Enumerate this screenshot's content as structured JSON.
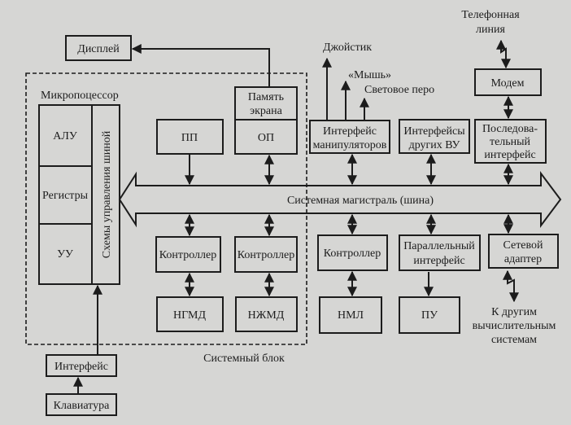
{
  "display": "Дисплей",
  "system_block": "Системный блок",
  "microprocessor": {
    "title": "Микропоцессор",
    "alu": "АЛУ",
    "registers": "Регистры",
    "control_unit": "УУ",
    "bus_control": "Схемы управления шиной"
  },
  "pp": "ПП",
  "screen_memory": [
    "Память",
    "экрана"
  ],
  "op": "ОП",
  "bus": "Системная магистраль (шина)",
  "controllers": [
    "Контроллер",
    "Контроллер",
    "Контроллер"
  ],
  "drives": [
    "НГМД",
    "НЖМД",
    "НМЛ"
  ],
  "keyboard_interface": "Интерфейс",
  "keyboard": "Клавиатура",
  "joystick": "Джойстик",
  "mouse": "«Мышь»",
  "light_pen": "Световое перо",
  "manipulator_interface": [
    "Интерфейс",
    "манипуляторов"
  ],
  "other_interfaces": [
    "Интерфейсы",
    "других ВУ"
  ],
  "phone_line": [
    "Телефонная",
    "линия"
  ],
  "modem": "Модем",
  "serial_interface": [
    "Последова-",
    "тельный",
    "интерфейс"
  ],
  "parallel_interface": [
    "Параллельный",
    "интерфейс"
  ],
  "printer": "ПУ",
  "network_adapter": [
    "Сетевой",
    "адаптер"
  ],
  "other_systems": [
    "К другим",
    "вычислительным",
    "системам"
  ]
}
